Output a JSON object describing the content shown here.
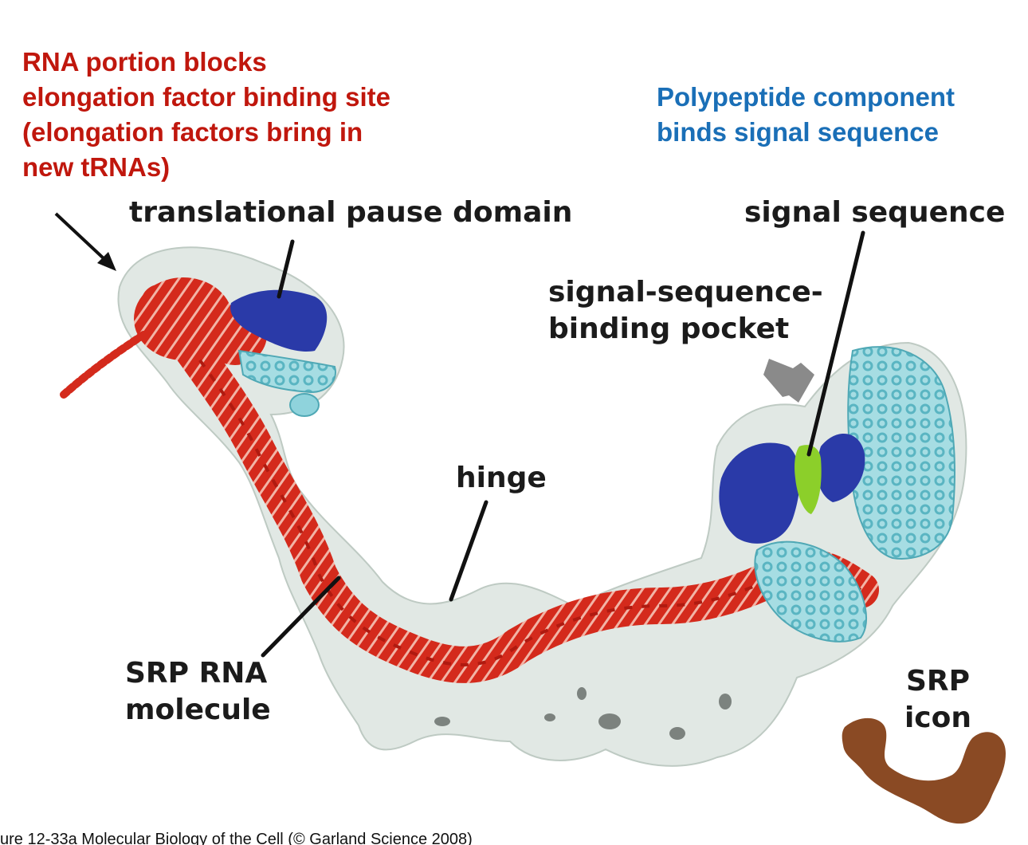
{
  "annotations": {
    "rna_note": "RNA portion blocks elongation factor binding site (elongation factors bring in new tRNAs)",
    "polypeptide_note": "Polypeptide component binds signal sequence"
  },
  "labels": {
    "translational_pause_domain": "translational pause domain",
    "signal_sequence": "signal sequence",
    "signal_sequence_binding_pocket": "signal-sequence-binding pocket",
    "hinge": "hinge",
    "srp_rna_molecule": "SRP RNA molecule",
    "srp_icon": "SRP icon"
  },
  "caption": "ure 12-33a  Molecular Biology of the Cell (© Garland Science 2008)",
  "colors": {
    "rna": "#d42a1c",
    "protein_dark_blue": "#2a3aa8",
    "protein_light_blue": "#8fd3dc",
    "signal_sequence": "#8ccf2a",
    "envelope": "#dfe7e2",
    "pocket_arrow": "#8a8a8a",
    "srp_icon": "#8a4a24",
    "red_text": "#c0170d",
    "blue_text": "#1a6fb7"
  }
}
